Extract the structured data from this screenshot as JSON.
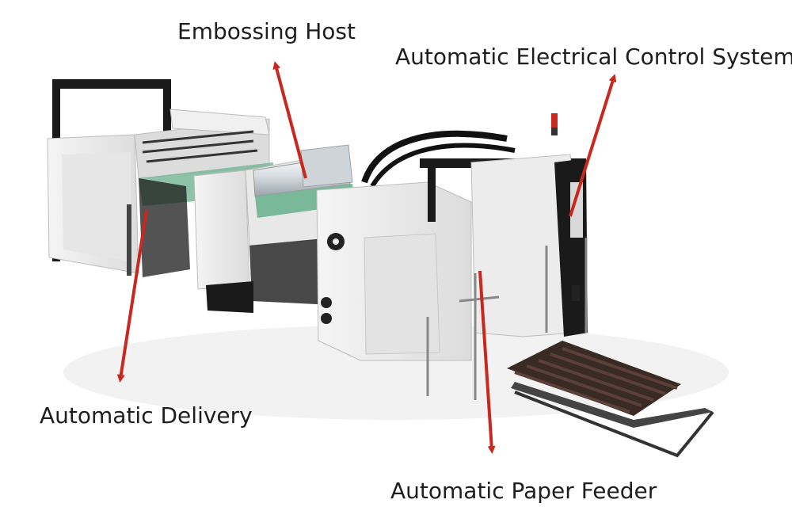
{
  "labels": {
    "embossing_host": "Embossing Host",
    "electrical_control": "Automatic Electrical Control System",
    "delivery": "Automatic Delivery",
    "paper_feeder": "Automatic Paper Feeder"
  },
  "colors": {
    "arrow": "#c8281e",
    "machine_body": "#eeeeee",
    "machine_dark": "#1a1a1a",
    "belt_green": "#7ab89a",
    "pallet": "#3a2a24"
  },
  "image": {
    "subject": "automatic embossing laminating machine"
  }
}
